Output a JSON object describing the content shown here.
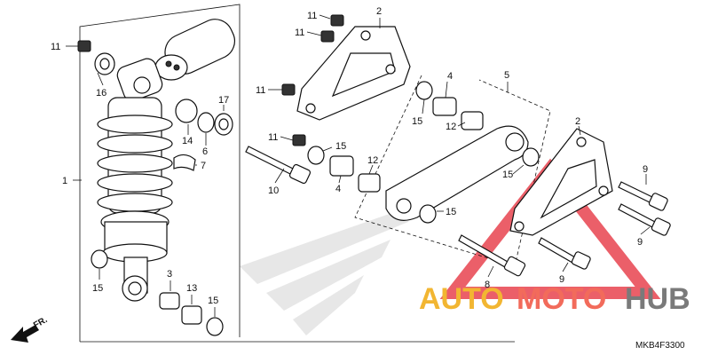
{
  "diagram": {
    "code": "MKB4F3300",
    "front_label": "FR.",
    "callouts": {
      "c11a": "11",
      "c11b": "11",
      "c11c": "11",
      "c11d": "11",
      "c11e": "11",
      "c16": "16",
      "c1": "1",
      "c14": "14",
      "c6": "6",
      "c17": "17",
      "c7": "7",
      "c15a": "15",
      "c3": "3",
      "c13": "13",
      "c15b": "15",
      "c2a": "2",
      "c4a": "4",
      "c15c": "15",
      "c12a": "12",
      "c5": "5",
      "c10": "10",
      "c15d": "15",
      "c4b": "4",
      "c12b": "12",
      "c15e": "15",
      "c15f": "15",
      "c2b": "2",
      "c9a": "9",
      "c9b": "9",
      "c9c": "9",
      "c8": "8"
    }
  },
  "watermark": {
    "part1": "AUTO",
    "part2": "MOTO",
    "part3": "HUB",
    "colors": {
      "auto": "#f2b632",
      "moto": "#f26b5b",
      "hub": "#7a7a7a",
      "triangle": "#e8434f"
    }
  }
}
